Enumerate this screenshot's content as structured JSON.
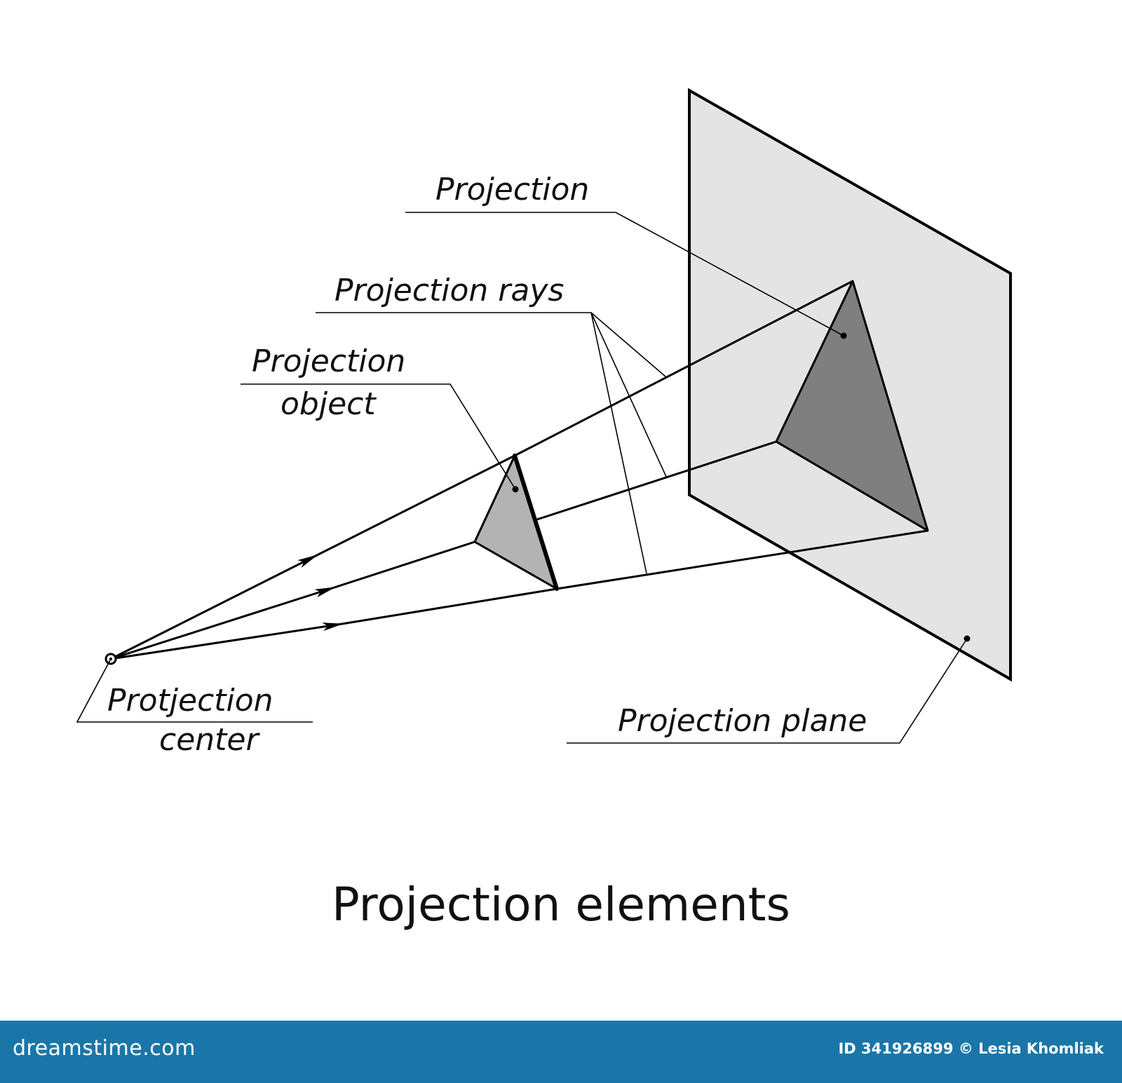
{
  "labels": {
    "projection": "Projection",
    "projection_rays": "Projection rays",
    "projection_object_line1": "Projection",
    "projection_object_line2": "object",
    "projection_center_line1": "Protjection",
    "projection_center_line2": "center",
    "projection_plane": "Projection plane"
  },
  "title": "Projection elements",
  "footer": {
    "logo": "dreamstime.com",
    "credit": "ID 341926899 © Lesia Khomliak"
  },
  "colors": {
    "plane_fill": "#e4e4e4",
    "image_fill": "#7f7f7f",
    "object_fill": "#b3b3b3",
    "footer_bg": "#1a76a8",
    "ink": "#000000"
  }
}
